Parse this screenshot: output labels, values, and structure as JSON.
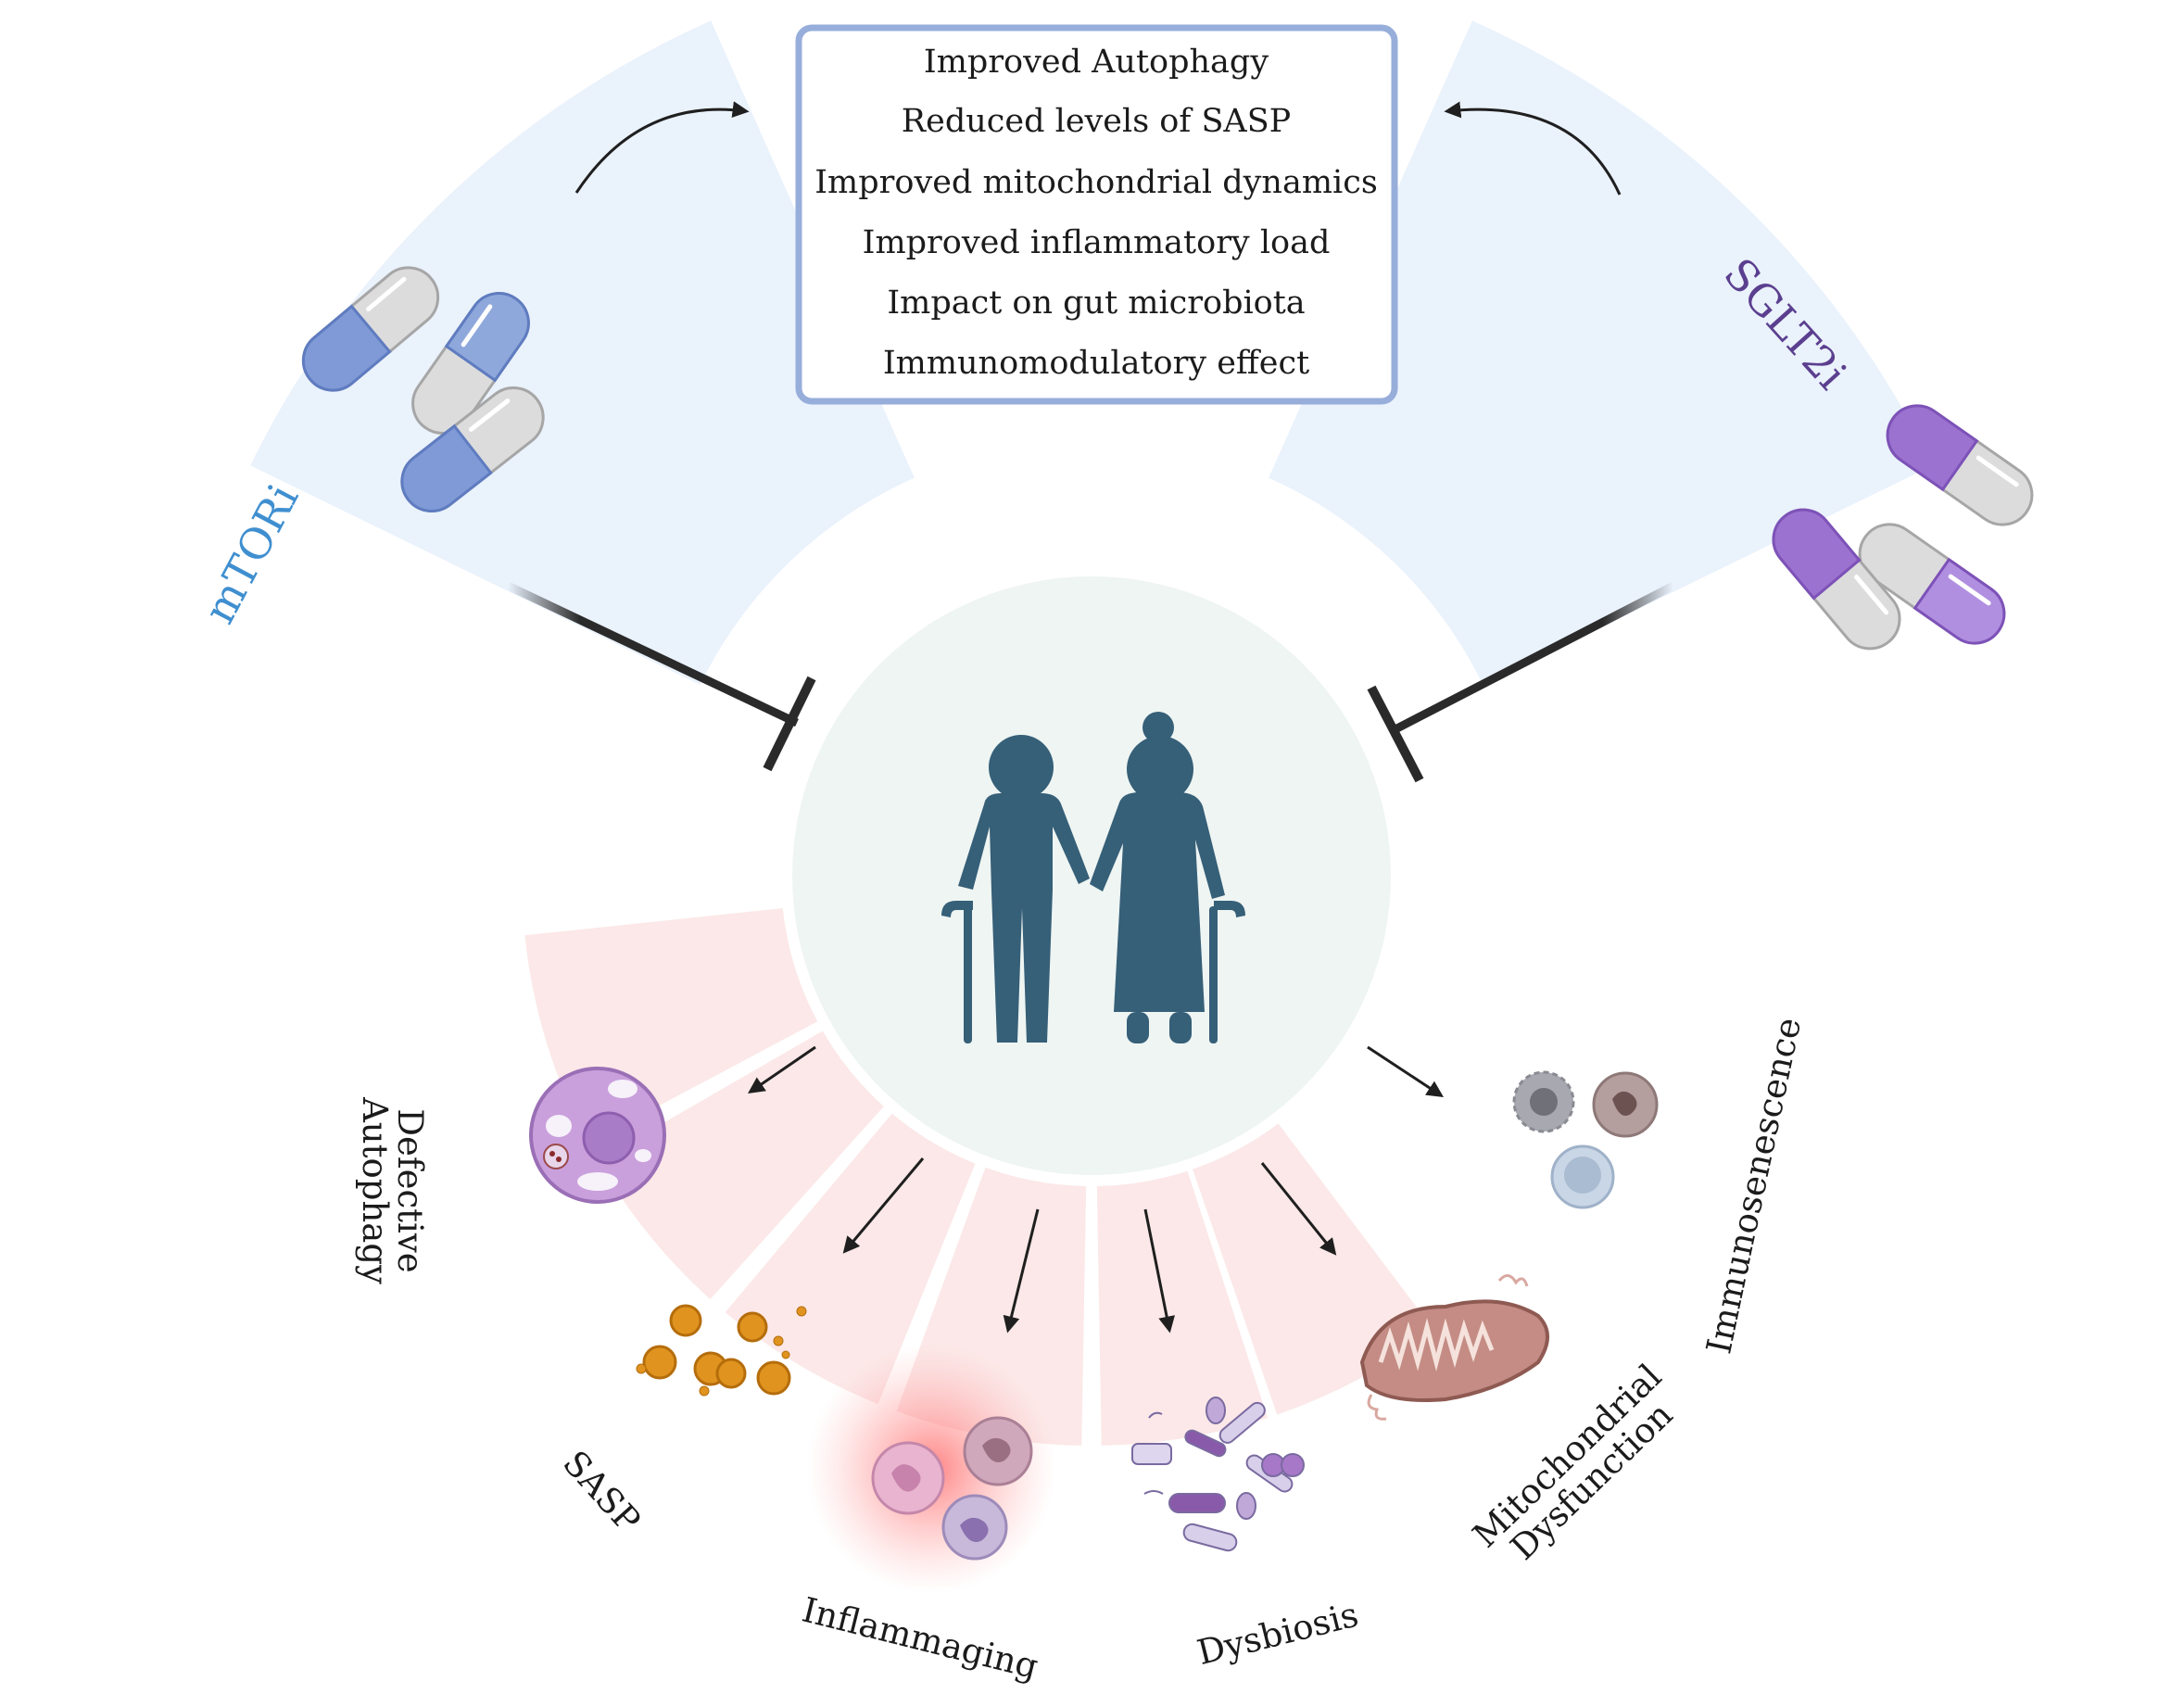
{
  "benefits_box": {
    "items": [
      "Improved Autophagy",
      "Reduced levels of SASP",
      "Improved mitochondrial dynamics",
      "Improved inflammatory load",
      "Impact on gut microbiota",
      "Immunomodulatory effect"
    ],
    "border_color": "#97aedb"
  },
  "drugs": {
    "left": {
      "label": "mTORi",
      "color": "#3f8fd0",
      "pill_color": "#7f9ad6"
    },
    "right": {
      "label": "SGLT2i",
      "color": "#5b3f8f",
      "pill_color": "#9b72cf"
    }
  },
  "center": {
    "icon": "elderly-couple-icon",
    "color": "#365f78"
  },
  "categories": {
    "defective_autophagy": {
      "line1": "Defective",
      "line2": "Autophagy",
      "icon": "autophagy-cell-icon"
    },
    "sasp": {
      "label": "SASP",
      "icon": "sasp-vesicles-icon"
    },
    "inflammaging": {
      "label": "Inflammaging",
      "icon": "inflamed-cells-icon"
    },
    "dysbiosis": {
      "label": "Dysbiosis",
      "icon": "bacteria-icon"
    },
    "mitochondrial_dysfunction": {
      "line1": "Mitochondrial",
      "line2": "Dysfunction",
      "icon": "mitochondrion-icon"
    },
    "immunosenescence": {
      "label": "Immunosenescence",
      "icon": "immune-cells-icon"
    }
  },
  "colors": {
    "drug_band": "#eaf2fc",
    "category_band": "#fce8e8",
    "center_circle": "#eef5f2",
    "inhibitor": "#2a2a2a"
  }
}
